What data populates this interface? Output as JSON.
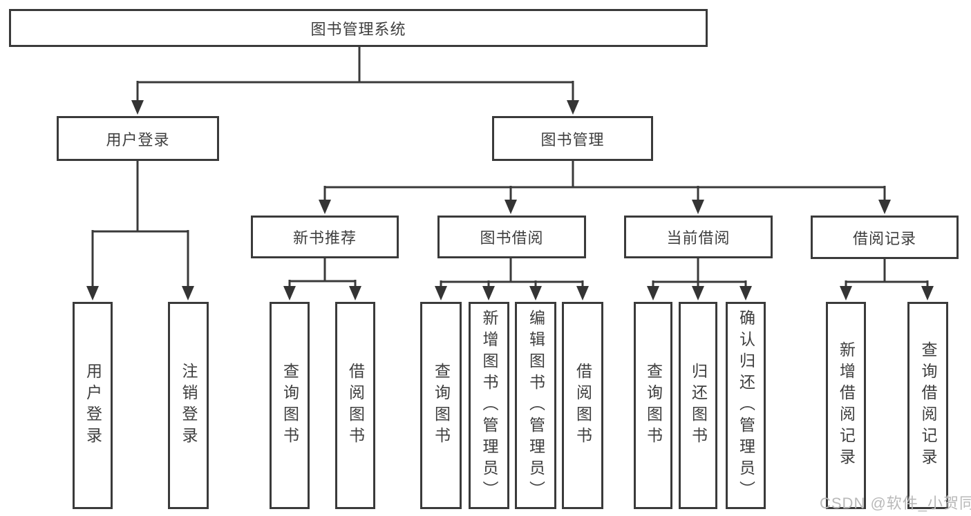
{
  "diagram_title": "图书管理系统",
  "nodes": {
    "root": "图书管理系统",
    "user_login": "用户登录",
    "book_mgmt": "图书管理",
    "new_books": "新书推荐",
    "borrowing": "图书借阅",
    "current": "当前借阅",
    "records": "借阅记录",
    "login": "用户登录",
    "logout": "注销登录",
    "nb_query": "查询图书",
    "nb_borrow": "借阅图书",
    "bb_query": "查询图书",
    "bb_add": "新增图书（管理员）",
    "bb_edit": "编辑图书（管理员）",
    "bb_borrow": "借阅图书",
    "cb_query": "查询图书",
    "cb_return": "归还图书",
    "cb_confirm": "确认归还（管理员）",
    "br_add": "新增借阅记录",
    "br_query": "查询借阅记录"
  },
  "watermark": "CSDN @软件_小贺同学",
  "colors": {
    "line": "#3a3a3a",
    "text": "#3e3e3e",
    "watermark": "#b9b9b9",
    "background": "#ffffff"
  }
}
